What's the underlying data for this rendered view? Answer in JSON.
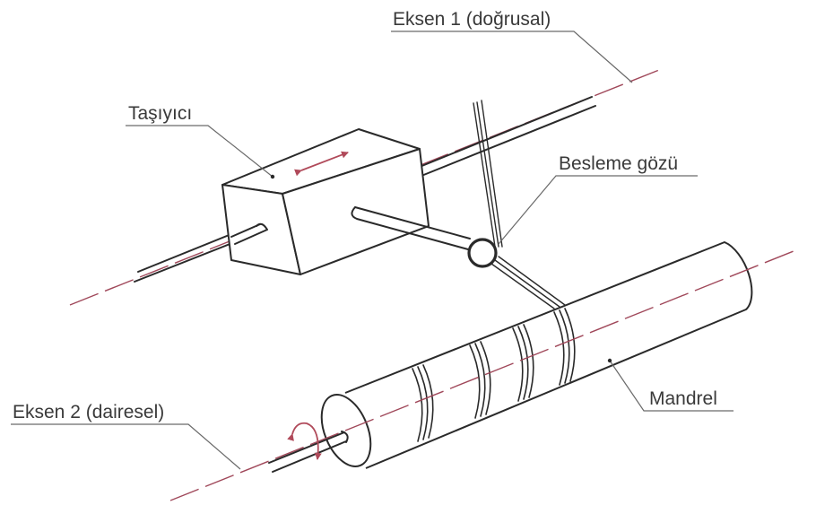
{
  "labels": {
    "axis1": "Eksen 1 (doğrusal)",
    "carrier": "Taşıyıcı",
    "feed_eye": "Besleme gözü",
    "mandrel": "Mandrel",
    "axis2": "Eksen 2 (dairesel)"
  },
  "colors": {
    "axis_dash": "#a0485a",
    "arrow": "#b04a5a",
    "ink": "#2a2a2a",
    "leader": "#6a6a6a"
  },
  "icons": {
    "linear_motion": "double-arrow-icon",
    "rotation": "rotation-arrow-icon"
  }
}
